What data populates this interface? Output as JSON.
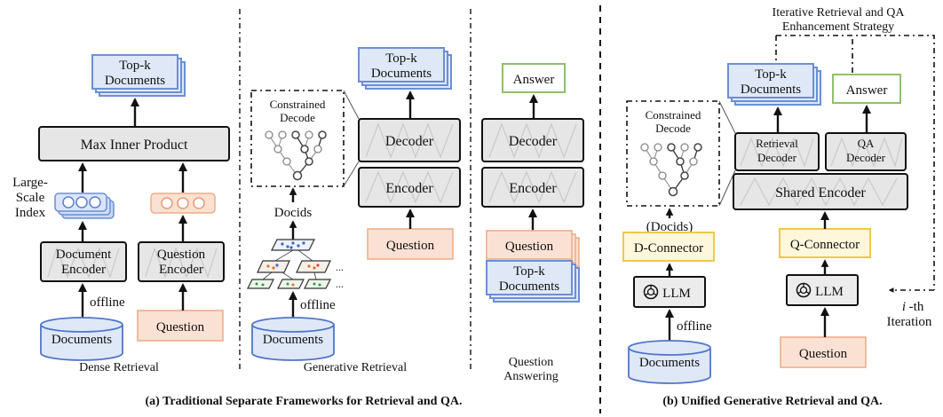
{
  "panel_a": {
    "caption": "(a) Traditional Separate Frameworks for Retrieval and QA.",
    "dense": {
      "title": "Dense Retrieval",
      "topk_1": "Top-k",
      "topk_2": "Documents",
      "mip": "Max Inner Product",
      "index_1": "Large-",
      "index_2": "Scale",
      "index_3": "Index",
      "doc_enc_1": "Document",
      "doc_enc_2": "Encoder",
      "q_enc_1": "Question",
      "q_enc_2": "Encoder",
      "offline": "offline",
      "documents": "Documents",
      "question": "Question"
    },
    "generative": {
      "title": "Generative Retrieval",
      "constrained_1": "Constrained",
      "constrained_2": "Decode",
      "topk_1": "Top-k",
      "topk_2": "Documents",
      "decoder": "Decoder",
      "encoder": "Encoder",
      "docids": "Docids",
      "offline": "offline",
      "documents": "Documents",
      "question": "Question",
      "ellipsis": "..."
    },
    "qa": {
      "title_1": "Question",
      "title_2": "Answering",
      "answer": "Answer",
      "decoder": "Decoder",
      "encoder": "Encoder",
      "question": "Question",
      "topk_1": "Top-k",
      "topk_2": "Documents"
    }
  },
  "panel_b": {
    "caption": "(b) Unified Generative Retrieval and QA.",
    "strategy_1": "Iterative Retrieval and QA",
    "strategy_2": "Enhancement Strategy",
    "constrained_1": "Constrained",
    "constrained_2": "Decode",
    "topk_1": "Top-k",
    "topk_2": "Documents",
    "answer": "Answer",
    "ret_dec_1": "Retrieval",
    "ret_dec_2": "Decoder",
    "qa_dec_1": "QA",
    "qa_dec_2": "Decoder",
    "shared_encoder": "Shared Encoder",
    "docids": "(Docids)",
    "d_connector": "D-Connector",
    "q_connector": "Q-Connector",
    "llm": "LLM",
    "offline": "offline",
    "documents": "Documents",
    "question": "Question",
    "iter_i": "i",
    "iter_th": "-th",
    "iter_2": "Iteration"
  }
}
